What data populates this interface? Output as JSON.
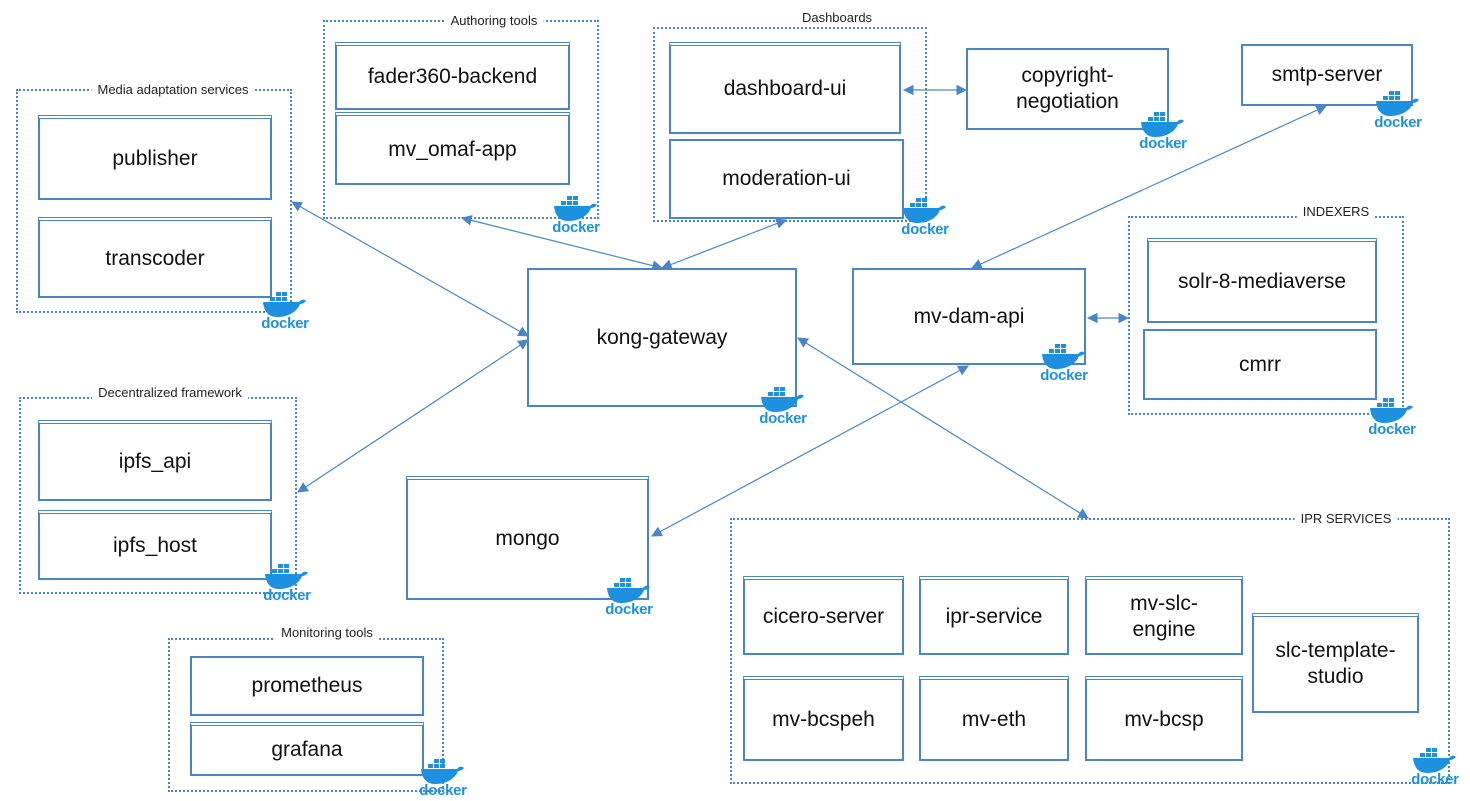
{
  "docker_label": "docker",
  "colors": {
    "line": "#4a86c5",
    "docker_blue": "#1d91e0"
  },
  "groups": {
    "media": {
      "label": "Media adaptation services",
      "services": {
        "publisher": "publisher",
        "transcoder": "transcoder"
      }
    },
    "authoring": {
      "label": "Authoring tools",
      "services": {
        "fader": "fader360-backend",
        "omaf": "mv_omaf-app"
      }
    },
    "dashboards": {
      "label": "Dashboards",
      "services": {
        "dashboard": "dashboard-ui",
        "moderation": "moderation-ui"
      }
    },
    "indexers": {
      "label": "INDEXERS",
      "services": {
        "solr": "solr-8-mediaverse",
        "cmrr": "cmrr"
      }
    },
    "decentralized": {
      "label": "Decentralized framework",
      "services": {
        "ipfs_api": "ipfs_api",
        "ipfs_host": "ipfs_host"
      }
    },
    "monitoring": {
      "label": "Monitoring tools",
      "services": {
        "prometheus": "prometheus",
        "grafana": "grafana"
      }
    },
    "ipr": {
      "label": "IPR SERVICES",
      "services": {
        "cicero": "cicero-server",
        "ipr_service": "ipr-service",
        "slc_engine": "mv-slc-engine",
        "slc_template": "slc-template-studio",
        "bcspeh": "mv-bcspeh",
        "eth": "mv-eth",
        "bcsp": "mv-bcsp"
      }
    }
  },
  "standalone": {
    "kong": "kong-gateway",
    "dam": "mv-dam-api",
    "mongo": "mongo",
    "copyright": "copyright-negotiation",
    "smtp": "smtp-server"
  }
}
